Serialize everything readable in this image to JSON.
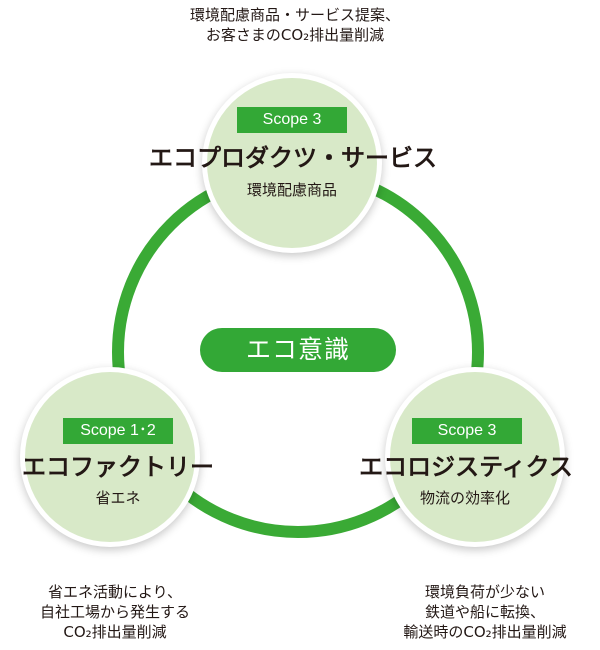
{
  "center": {
    "label": "エコ意識"
  },
  "nodes": {
    "top": {
      "scope": "Scope 3",
      "title": "エコプロダクツ・サービス",
      "subtitle": "環境配慮商品",
      "description": [
        "環境配慮商品・サービス提案、",
        "お客さまのCO₂排出量削減"
      ]
    },
    "left": {
      "scope": "Scope 1･2",
      "title": "エコファクトリー",
      "subtitle": "省エネ",
      "description": [
        "省エネ活動により、",
        "自社工場から発生する",
        "CO₂排出量削減"
      ]
    },
    "right": {
      "scope": "Scope 3",
      "title": "エコロジスティクス",
      "subtitle": "物流の効率化",
      "description": [
        "環境負荷が少ない",
        "鉄道や船に転換、",
        "輸送時のCO₂排出量削減"
      ]
    }
  },
  "colors": {
    "ring_green": "#3aaa35",
    "badge_green": "#33a836",
    "node_fill": "#d8e9c8",
    "text": "#231815"
  }
}
